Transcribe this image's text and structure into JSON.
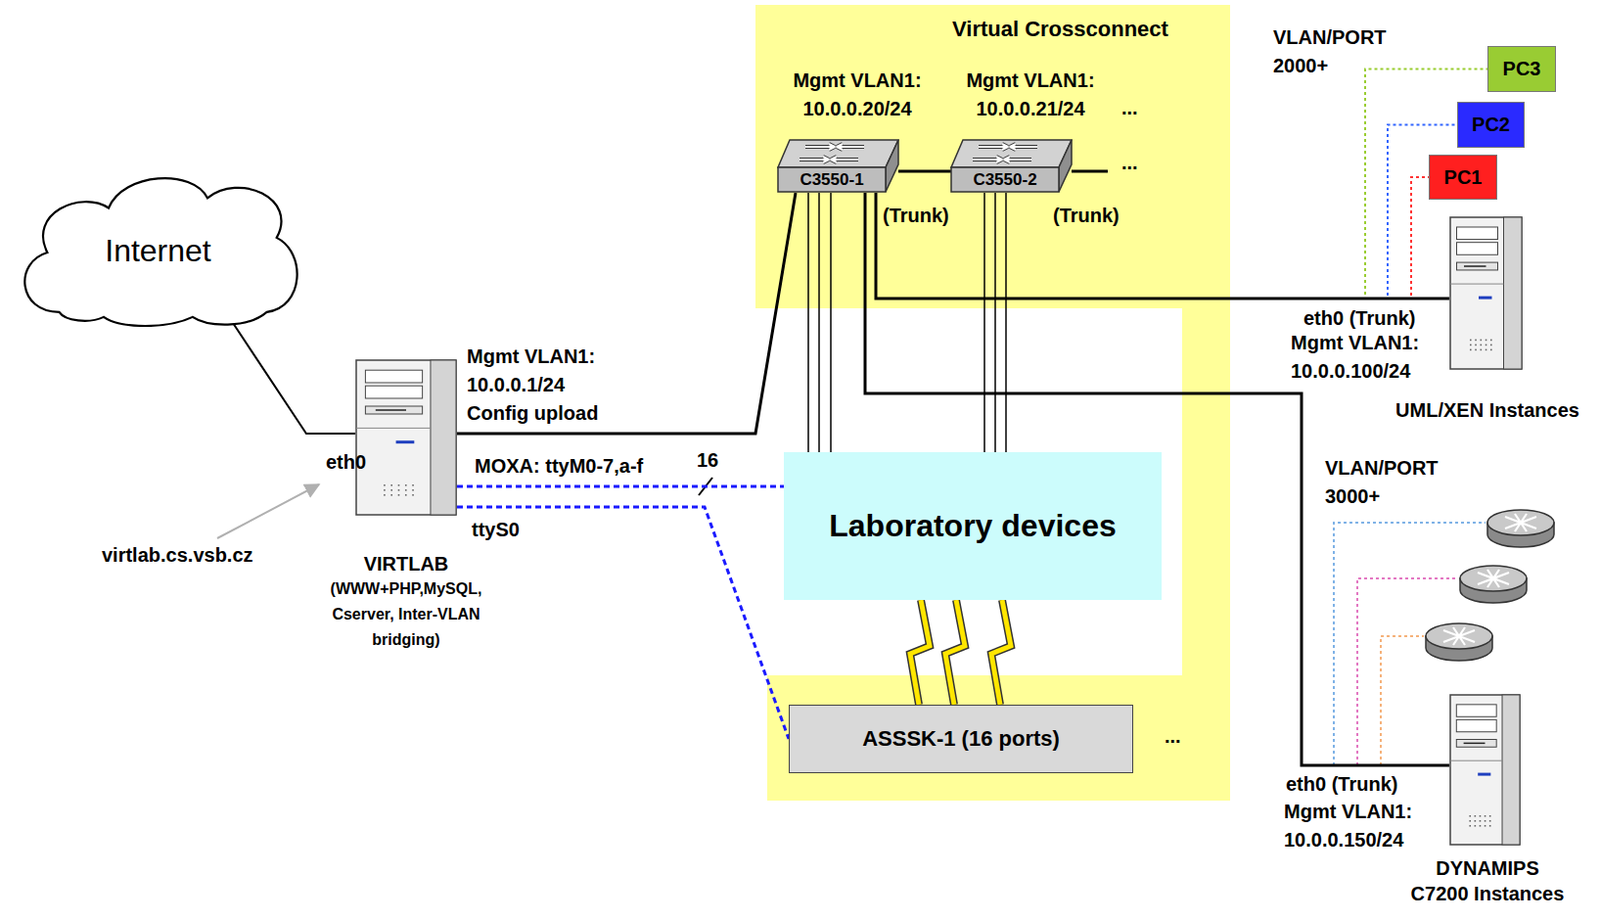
{
  "diagram": {
    "nodes": [
      {
        "text": [
          "Virtual Crossconnect"
        ]
      },
      {
        "text": [
          "C3550-1"
        ],
        "in": 0
      },
      {
        "text": [
          "C3550-2"
        ],
        "in": 0
      },
      {
        "text": [
          "Laboratory devices"
        ]
      },
      {
        "text": [
          "ASSSK-1 (16 ports)"
        ],
        "in": 0
      },
      {
        "text": [
          "Internet"
        ]
      },
      {
        "text": [
          "VIRTLAB",
          "(WWW+PHP,MySQL, Cserver, Inter-VLAN bridging)"
        ]
      },
      {
        "text": [
          "PC3"
        ]
      },
      {
        "text": [
          "PC2"
        ]
      },
      {
        "text": [
          "PC1"
        ]
      },
      {
        "text": [
          "UML/XEN Instances"
        ]
      },
      {
        "text": [
          "DYNAMIPS C7200 Instances"
        ]
      }
    ],
    "edges": [
      {
        "from": 10,
        "to": 7,
        "arrow": "none"
      },
      {
        "from": 10,
        "to": 8,
        "arrow": "none"
      },
      {
        "from": 10,
        "to": 9,
        "arrow": "none"
      },
      {
        "from": 5,
        "to": 6,
        "arrow": "none"
      },
      {
        "from": 6,
        "to": 1,
        "arrow": "none"
      },
      {
        "from": 6,
        "to": 3,
        "arrow": "none"
      },
      {
        "from": 6,
        "to": 4,
        "arrow": "none"
      },
      {
        "from": 1,
        "to": 2,
        "arrow": "none"
      },
      {
        "from": 1,
        "to": 3,
        "arrow": "none"
      },
      {
        "from": 1,
        "to": 3,
        "arrow": "none"
      },
      {
        "from": 1,
        "to": 3,
        "arrow": "none"
      },
      {
        "from": 2,
        "to": 3,
        "arrow": "none"
      },
      {
        "from": 2,
        "to": 3,
        "arrow": "none"
      },
      {
        "from": 2,
        "to": 3,
        "arrow": "none"
      },
      {
        "from": 1,
        "to": 10,
        "arrow": "none"
      },
      {
        "from": 1,
        "to": 11,
        "arrow": "none"
      },
      {
        "from": 4,
        "to": 3,
        "arrow": "none"
      },
      {
        "from": 4,
        "to": 3,
        "arrow": "none"
      },
      {
        "from": 4,
        "to": 3,
        "arrow": "none"
      }
    ],
    "labels": [
      "Mgmt VLAN1: 10.0.0.20/24",
      "Mgmt VLAN1: 10.0.0.21/24",
      "...",
      "...",
      "(Trunk)",
      "(Trunk)",
      "...",
      "Mgmt VLAN1: 10.0.0.1/24 Config upload",
      "eth0",
      "MOXA: ttyM0-7,a-f",
      "16",
      "ttyS0",
      "virtlab.cs.vsb.cz",
      "VLAN/PORT 2000+",
      "eth0 (Trunk)",
      "Mgmt VLAN1: 10.0.0.100/24",
      "VLAN/PORT 3000+",
      "eth0 (Trunk)",
      "Mgmt VLAN1: 10.0.0.150/24"
    ]
  }
}
